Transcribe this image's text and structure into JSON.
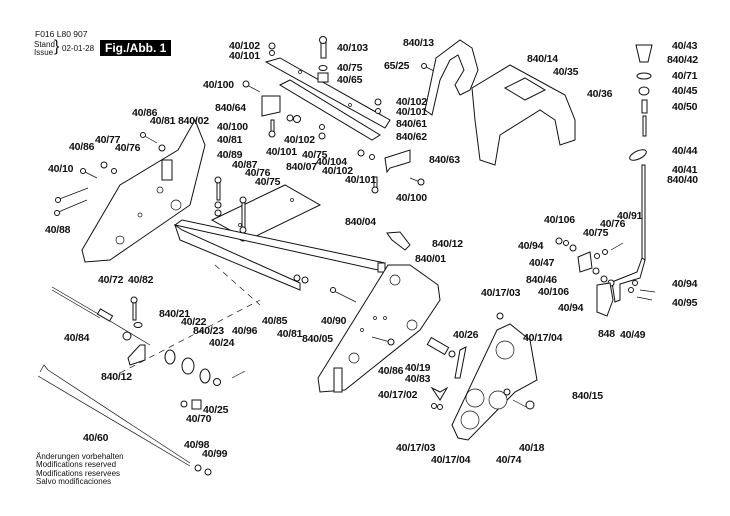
{
  "header": {
    "doc_number": "F016 L80 907",
    "stand_label": "Stand",
    "issue_label": "Issue",
    "date": "02-01-28",
    "figure_label": "Fig./Abb. 1"
  },
  "notes": [
    "Änderungen vorbehalten",
    "Modifications reserved",
    "Modifications reservees",
    "Salvo modificaciones"
  ],
  "callouts": [
    "40/102",
    "40/101",
    "40/103",
    "40/75",
    "40/65",
    "40/100",
    "840/64",
    "40/100",
    "40/102",
    "40/101",
    "840/61",
    "840/62",
    "40/102",
    "40/101",
    "40/75",
    "40/104",
    "40/102",
    "40/101",
    "840/63",
    "40/100",
    "840/13",
    "65/25",
    "840/14",
    "40/35",
    "40/36",
    "40/43",
    "840/42",
    "40/71",
    "40/45",
    "40/50",
    "40/44",
    "40/41",
    "840/40",
    "40/86",
    "40/81",
    "840/02",
    "40/86",
    "40/77",
    "40/76",
    "40/10",
    "40/88",
    "40/81",
    "40/89",
    "40/87",
    "40/76",
    "40/75",
    "840/07",
    "840/04",
    "840/12",
    "840/01",
    "40/106",
    "40/94",
    "40/47",
    "840/46",
    "40/106",
    "40/94",
    "40/75",
    "40/76",
    "40/91",
    "40/94",
    "40/95",
    "848",
    "40/49",
    "40/72",
    "40/82",
    "40/84",
    "840/12",
    "840/21",
    "40/22",
    "840/23",
    "40/24",
    "40/96",
    "40/25",
    "40/70",
    "40/60",
    "40/98",
    "40/99",
    "40/85",
    "40/81",
    "840/05",
    "40/90",
    "40/86",
    "40/19",
    "40/83",
    "40/26",
    "40/17/03",
    "40/17/04",
    "40/17/02",
    "840/15",
    "40/18",
    "40/74",
    "40/17/03",
    "40/17/04"
  ]
}
